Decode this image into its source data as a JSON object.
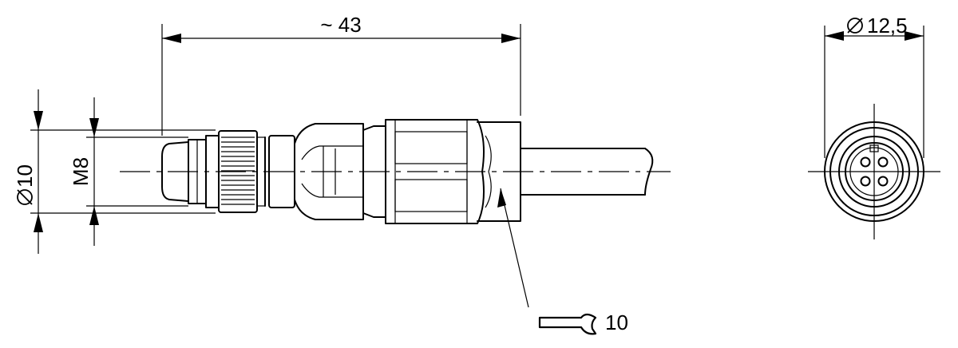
{
  "dimensions": {
    "length": "~ 43",
    "outer_diameter": "10",
    "thread": "M8",
    "front_diameter": "12,5",
    "wrench_size": "10"
  },
  "symbols": {
    "diameter": "diameter-symbol",
    "wrench": "wrench-icon"
  },
  "colors": {
    "line": "#000000",
    "background": "#ffffff"
  }
}
